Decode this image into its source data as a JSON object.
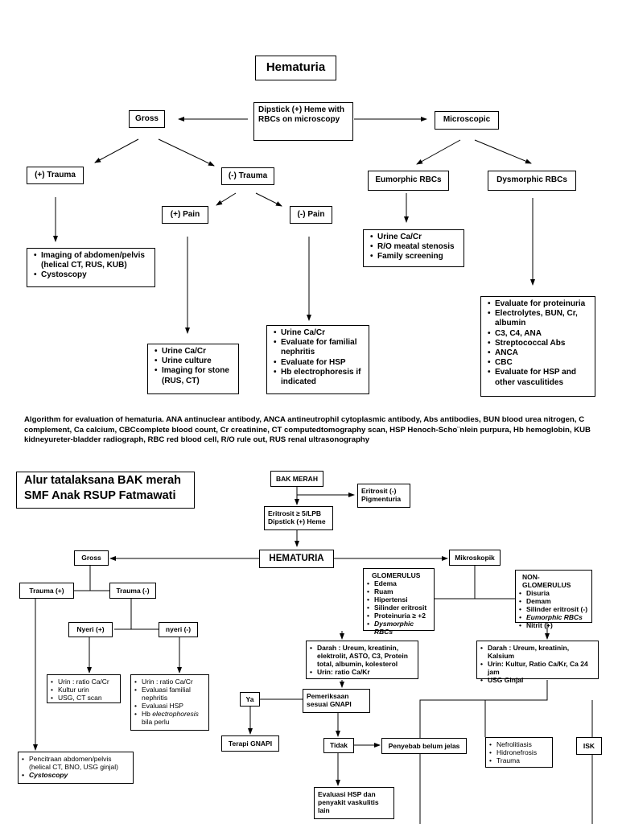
{
  "top": {
    "title": "Hematuria",
    "dipstick": "Dipstick (+) Heme with RBCs on microscopy",
    "gross": "Gross",
    "microscopic": "Microscopic",
    "trauma_pos": "(+) Trauma",
    "trauma_neg": "(-) Trauma",
    "pain_pos": "(+) Pain",
    "pain_neg": "(-) Pain",
    "eumorphic": "Eumorphic RBCs",
    "dysmorphic": "Dysmorphic RBCs",
    "imaging_list": [
      "Imaging of abdomen/pelvis (helical CT, RUS, KUB)",
      "Cystoscopy"
    ],
    "pain_pos_list": [
      "Urine Ca/Cr",
      "Urine culture",
      "Imaging for stone (RUS, CT)"
    ],
    "pain_neg_list": [
      "Urine Ca/Cr",
      "Evaluate for familial nephritis",
      "Evaluate for HSP",
      "Hb electrophoresis if indicated"
    ],
    "eumorphic_list": [
      "Urine Ca/Cr",
      "R/O meatal stenosis",
      "Family screening"
    ],
    "dysmorphic_list": [
      "Evaluate for proteinuria",
      "Electrolytes, BUN, Cr, albumin",
      "C3, C4, ANA",
      "Streptococcal Abs",
      "ANCA",
      "CBC",
      "Evaluate for HSP and other vasculitides"
    ]
  },
  "caption": "Algorithm  for evaluation of hematuria. ANA antinuclear antibody, ANCA antineutrophil cytoplasmic antibody, Abs antibodies, BUN blood urea nitrogen, C complement, Ca calcium, CBCcomplete blood count, Cr creatinine, CT computedtomography scan, HSP Henoch-Scho¨nlein purpura, Hb hemoglobin, KUB kidneyureter-bladder radiograph, RBC red blood cell, R/O rule out, RUS renal ultrasonography",
  "bottom": {
    "heading": "Alur tatalaksana BAK merah SMF Anak RSUP Fatmawati",
    "bak_merah": "BAK MERAH",
    "eritrosit_neg": "Eritrosit (-) Pigmenturia",
    "eritrosit_pos": "Eritrosit ≥ 5/LPB Dipstick (+) Heme",
    "hematuria": "HEMATURIA",
    "gross": "Gross",
    "mikroskopik": "Mikroskopik",
    "trauma_pos": "Trauma (+)",
    "trauma_neg": "Trauma (-)",
    "nyeri_pos": "Nyeri (+)",
    "nyeri_neg": "nyeri (-)",
    "nyeri_pos_list": [
      "Urin : ratio Ca/Cr",
      "Kultur urin",
      "USG, CT scan"
    ],
    "nyeri_neg_list": [
      "Urin : ratio Ca/Cr",
      "Evaluasi familial nephritis",
      "Evaluasi  HSP"
    ],
    "nyeri_neg_hb": "Hb",
    "nyeri_neg_hb_em": "electrophoresis",
    "nyeri_neg_hb_tail": "bila perlu",
    "pencitraan_list": [
      "Pencitraan abdomen/pelvis (helical CT, BNO, USG ginjal)"
    ],
    "pencitraan_em": "Cystoscopy",
    "glomerulus_title": "GLOMERULUS",
    "glomerulus_list": [
      "Edema",
      "Ruam",
      "Hipertensi",
      "Silinder eritrosit",
      "Proteinuria ≥  +2"
    ],
    "glomerulus_em": "Dysmorphic RBCs",
    "nonglom_title": "NON-GLOMERULUS",
    "nonglom_list_a": [
      "Disuria",
      "Demam",
      "Silinder eritrosit (-)"
    ],
    "nonglom_em": "Eumorphic RBCs",
    "nonglom_list_b": [
      "Nitrit (+)"
    ],
    "darah_glom_list": [
      "Darah : Ureum, kreatinin, elektrolit, ASTO, C3, Protein total, albumin, kolesterol",
      "Urin: ratio Ca/Kr"
    ],
    "darah_nonglom_list": [
      "Darah : Ureum, kreatinin, Kalsium",
      "Urin: Kultur, Ratio Ca/Kr, Ca 24 jam",
      "USG Ginjal"
    ],
    "pemeriksaan": "Pemeriksaan sesuai GNAPI",
    "ya": "Ya",
    "terapi": "Terapi GNAPI",
    "tidak": "Tidak",
    "penyebab": "Penyebab belum jelas",
    "evaluasi_hsp": "Evaluasi HSP dan penyakit vaskulitis lain",
    "nefro_list": [
      "Nefrolitiasis",
      "Hidronefrosis",
      "Trauma"
    ],
    "isk": "ISK"
  }
}
